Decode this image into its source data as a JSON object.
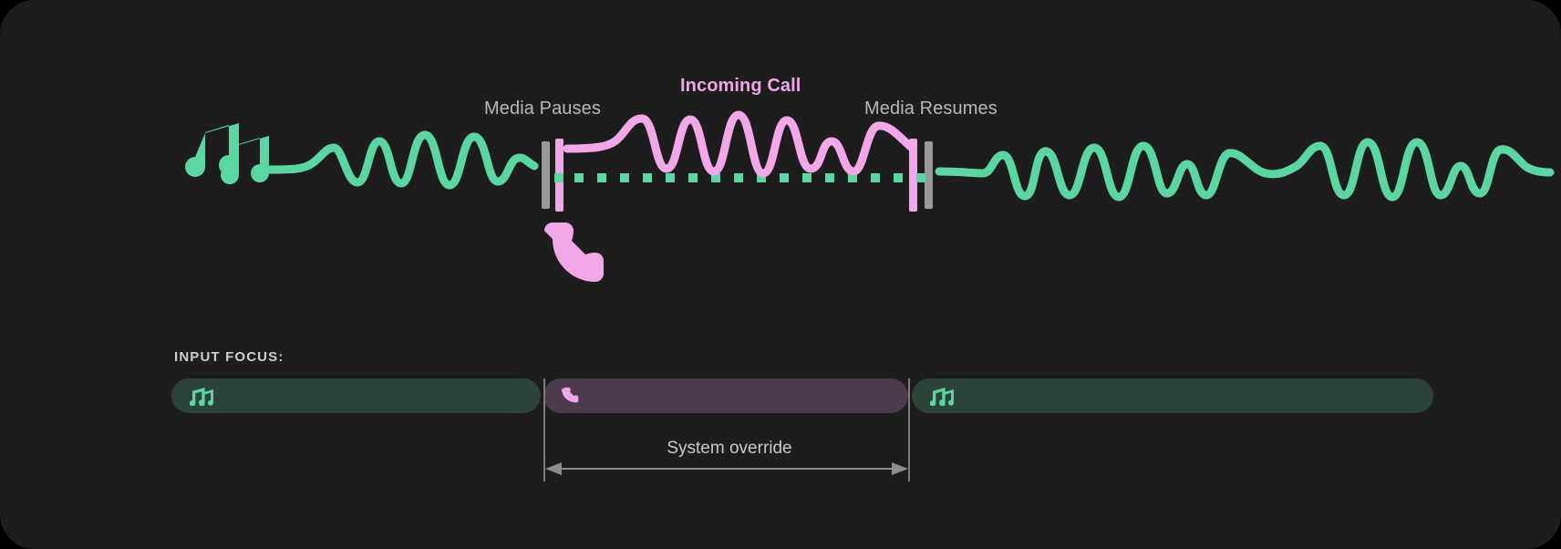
{
  "theme": {
    "background": "#000000",
    "card_background": "#1d1d1d",
    "media_accent": "#5cd6a0",
    "call_accent": "#f2a8e8",
    "divider": "#9a9a9a",
    "label_color": "#b9b9b9",
    "media_bar_fill": "#2b4338",
    "call_bar_fill": "#4b3b4c"
  },
  "timeline": {
    "labels": {
      "media_pauses": "Media Pauses",
      "incoming_call": "Incoming Call",
      "media_resumes": "Media Resumes"
    },
    "icons": {
      "music": "music-notes-icon",
      "call": "phone-handset-icon"
    },
    "segments": [
      {
        "name": "media-playing-before",
        "state": "playing",
        "accent": "#5cd6a0"
      },
      {
        "name": "incoming-call",
        "state": "call-active",
        "accent": "#f2a8e8"
      },
      {
        "name": "media-playing-after",
        "state": "playing",
        "accent": "#5cd6a0"
      }
    ],
    "boundary_markers": [
      "pause-marker",
      "resume-marker"
    ],
    "muted_track_style": "dotted"
  },
  "input_focus": {
    "title": "INPUT FOCUS:",
    "bars": [
      {
        "name": "focus-bar-media-before",
        "owner": "media",
        "icon": "music-notes-icon",
        "fill": "#2b4338"
      },
      {
        "name": "focus-bar-call",
        "owner": "call",
        "icon": "phone-handset-icon",
        "fill": "#4b3b4c"
      },
      {
        "name": "focus-bar-media-after",
        "owner": "media",
        "icon": "music-notes-icon",
        "fill": "#2b4338"
      }
    ],
    "override": {
      "label": "System override",
      "measure": "double-headed-arrow"
    }
  }
}
